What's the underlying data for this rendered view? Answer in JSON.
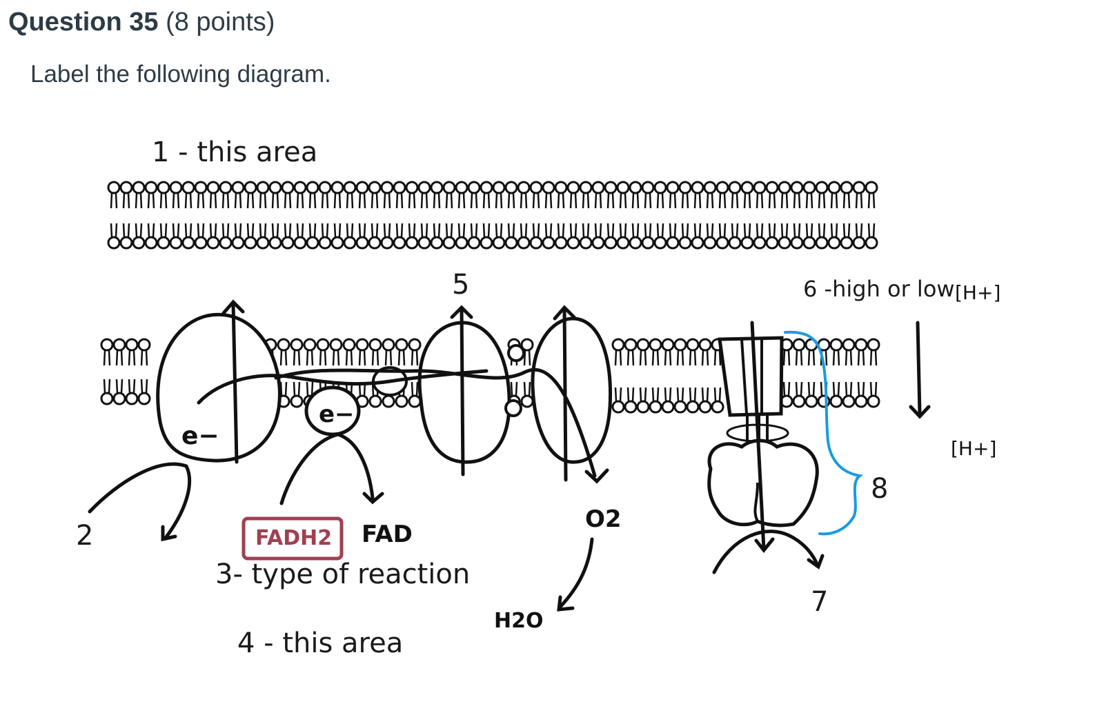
{
  "question": {
    "title": "Question 35",
    "points": "(8 points)",
    "prompt": "Label the following diagram."
  },
  "diagram": {
    "labels": {
      "l1": "1 - this area",
      "l2": "2",
      "l3": "3- type of reaction",
      "l4": "4 - this area",
      "l5": "5",
      "l6": "6 -high or low",
      "l7": "7",
      "l8": "8"
    },
    "annotations": {
      "h_ion_top": "[H+]",
      "h_ion_bottom": "[H+]",
      "electron_1": "e−",
      "electron_2": "e−",
      "fadh2": "FADH2",
      "fad": "FAD",
      "oxygen": "O2",
      "water": "H2O"
    },
    "colors": {
      "ink": "#111111",
      "fadh2_box": "#a04050",
      "bracket": "#1a9be0"
    }
  }
}
